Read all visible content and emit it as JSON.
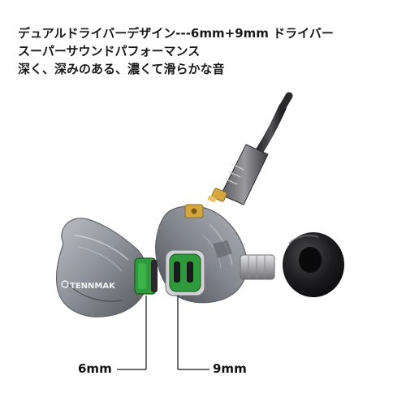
{
  "headline": {
    "line1": "デュアルドライバーデザイン---6mm+9mm ドライバー",
    "line2": "スーパーサウンドパフォーマンス",
    "line3": "深く、深みのある、濃くて滑らかな音"
  },
  "product": {
    "brand_logo_text": "TENNMAK"
  },
  "callouts": {
    "left_driver": "6mm",
    "right_driver": "9mm"
  },
  "colors": {
    "shell": "#8a8e96",
    "driver_green": "#2f9a3c",
    "connector_gold": "#d4a640",
    "ear_tip": "#1c1c1e",
    "text": "#1a1a1a"
  }
}
